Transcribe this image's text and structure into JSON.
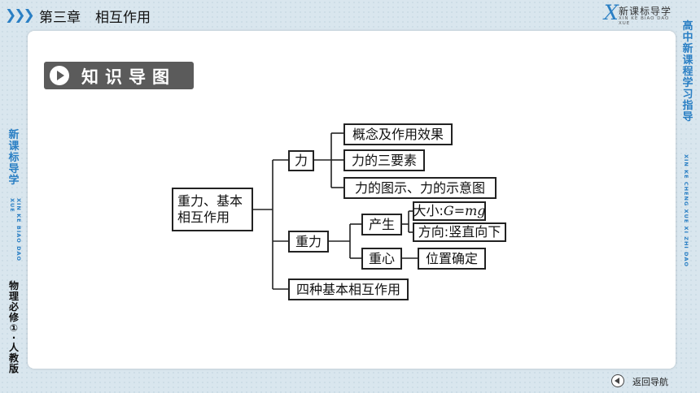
{
  "header": {
    "chapter_no": "第三章",
    "chapter_title": "相互作用",
    "logo_letter": "X",
    "logo_text": "新课标导学",
    "logo_pinyin": "XIN KE BIAO DAO XUE"
  },
  "section_title": "知识导图",
  "diagram": {
    "root": [
      "重力、基本",
      "相互作用"
    ],
    "force": "力",
    "force_items": [
      "概念及作用效果",
      "力的三要素",
      "力的图示、力的示意图"
    ],
    "gravity": "重力",
    "produce": "产生",
    "magnitude_prefix": "大小:",
    "magnitude_formula": "G=mg",
    "direction": "方向:竖直向下",
    "center": "重心",
    "position": "位置确定",
    "four_forces": "四种基本相互作用"
  },
  "left_sidebar": {
    "brand": [
      "新",
      "课",
      "标",
      "导",
      "学"
    ],
    "pinyin": "XIN KE BIAO DAO XUE",
    "subject": [
      "物",
      "理",
      "必",
      "修",
      "①",
      "·",
      "人",
      "教",
      "版"
    ]
  },
  "right_sidebar": {
    "brand": [
      "高",
      "中",
      "新",
      "课",
      "程",
      "学",
      "习",
      "指",
      "导"
    ],
    "pinyin": "XIN KE CHENG XUE XI ZHI DAO"
  },
  "footer": {
    "nav_label": "返回导航"
  },
  "colors": {
    "accent": "#2a7fc4",
    "title_bg": "#5b5b5b",
    "page_bg": "#d9e6ee"
  }
}
